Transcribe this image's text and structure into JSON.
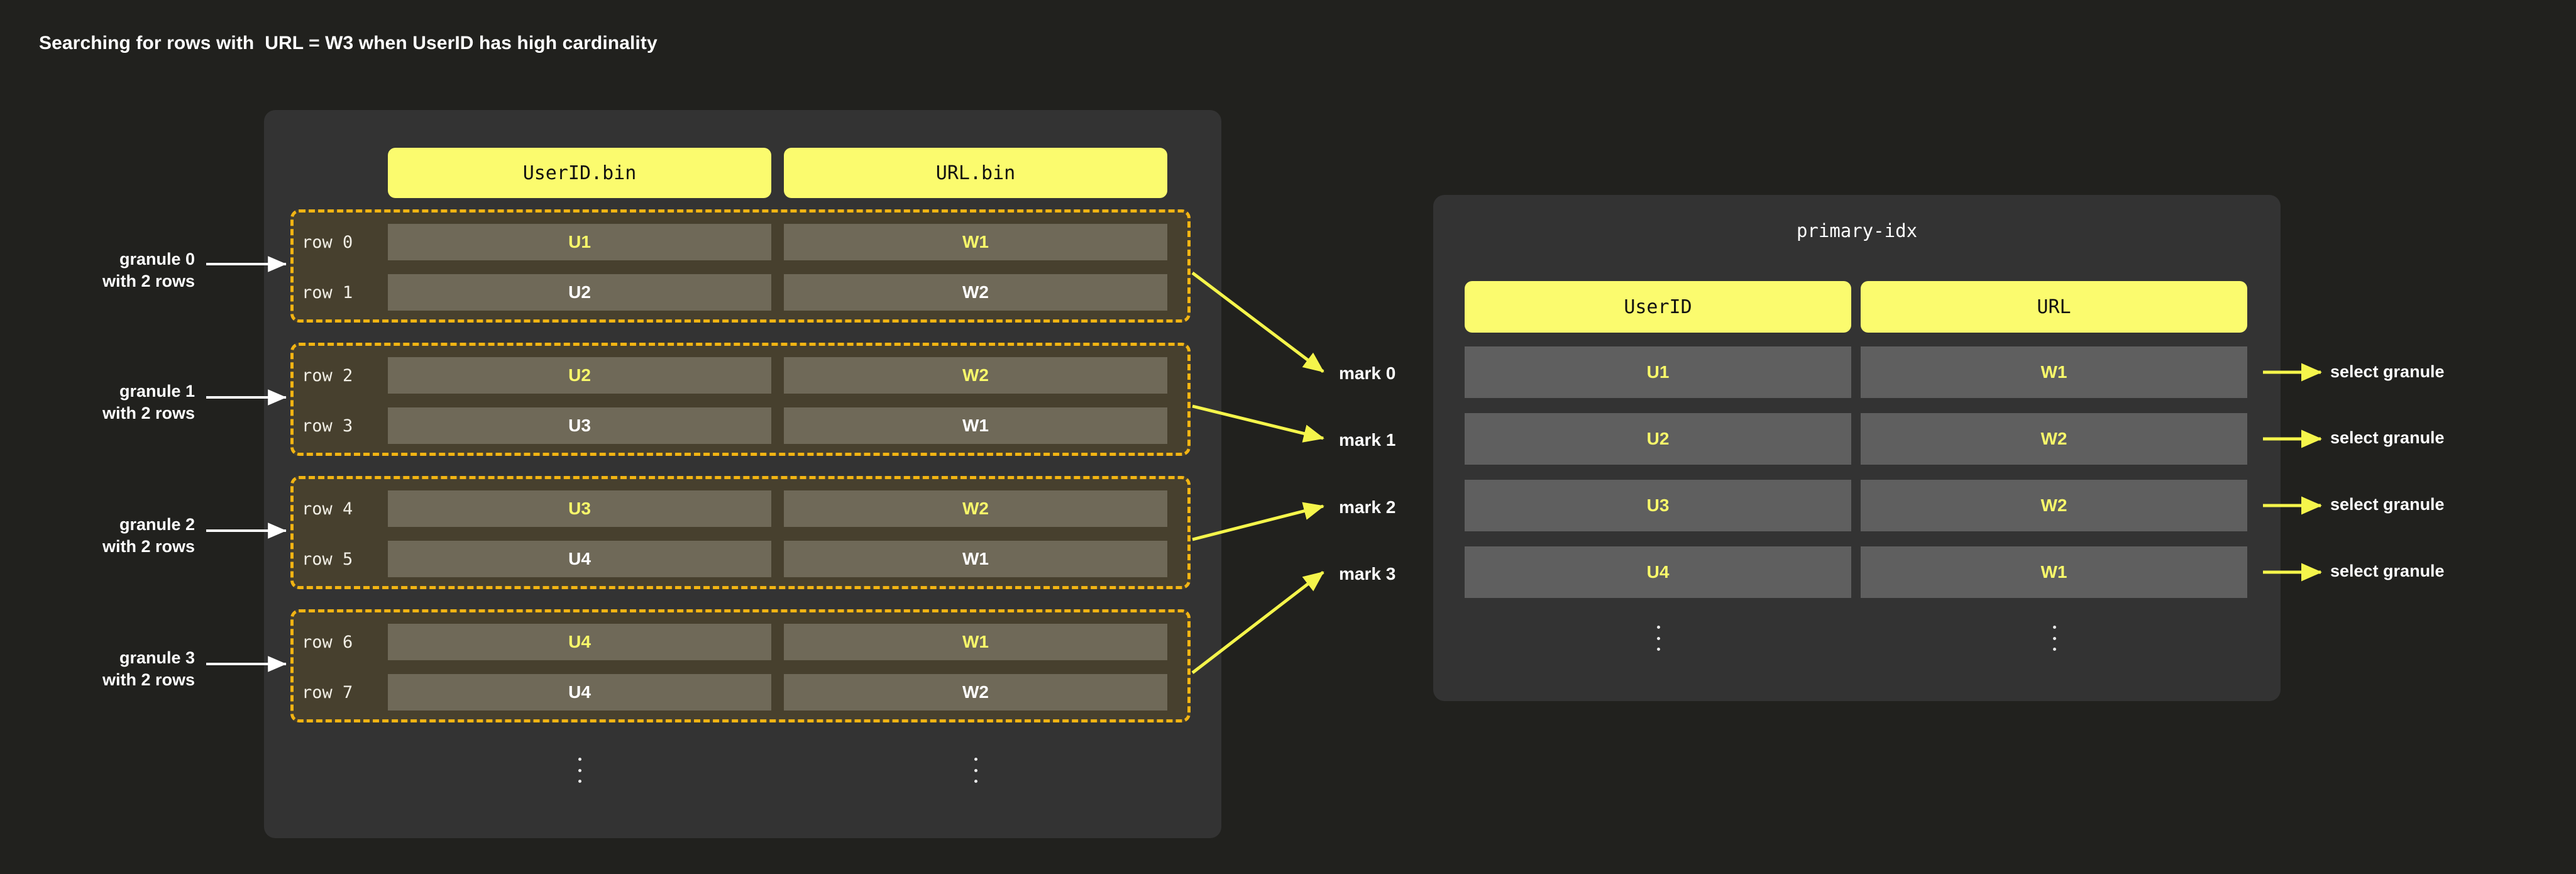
{
  "title": "Searching for rows with  URL = W3 when UserID has high cardinality",
  "colors": {
    "page_bg": "#21211e",
    "panel_bg": "#333333",
    "accent_yellow": "#fbfb6e",
    "granule_border": "#f2b413",
    "granule_bg": "#47402e",
    "cell_bg": "#6f6958",
    "index_cell_bg": "#5f5f5f",
    "highlight_text": "#f8f86a",
    "arrow_yellow": "#f5f54b",
    "arrow_white": "#ffffff"
  },
  "parts_panel": {
    "columns": [
      {
        "label": "UserID.bin"
      },
      {
        "label": "URL.bin"
      }
    ],
    "granules": [
      {
        "caption_line1": "granule 0",
        "caption_line2": "with 2 rows",
        "rows": [
          {
            "row_label": "row 0",
            "userid": "U1",
            "url": "W1",
            "highlight": true
          },
          {
            "row_label": "row 1",
            "userid": "U2",
            "url": "W2",
            "highlight": false
          }
        ]
      },
      {
        "caption_line1": "granule 1",
        "caption_line2": "with 2 rows",
        "rows": [
          {
            "row_label": "row 2",
            "userid": "U2",
            "url": "W2",
            "highlight": true
          },
          {
            "row_label": "row 3",
            "userid": "U3",
            "url": "W1",
            "highlight": false
          }
        ]
      },
      {
        "caption_line1": "granule 2",
        "caption_line2": "with 2 rows",
        "rows": [
          {
            "row_label": "row 4",
            "userid": "U3",
            "url": "W2",
            "highlight": true
          },
          {
            "row_label": "row 5",
            "userid": "U4",
            "url": "W1",
            "highlight": false
          }
        ]
      },
      {
        "caption_line1": "granule 3",
        "caption_line2": "with 2 rows",
        "rows": [
          {
            "row_label": "row 6",
            "userid": "U4",
            "url": "W1",
            "highlight": true
          },
          {
            "row_label": "row 7",
            "userid": "U4",
            "url": "W2",
            "highlight": false
          }
        ]
      }
    ],
    "ellipsis_icon": "vertical-ellipsis"
  },
  "marks": [
    {
      "label": "mark 0"
    },
    {
      "label": "mark 1"
    },
    {
      "label": "mark 2"
    },
    {
      "label": "mark 3"
    }
  ],
  "index_panel": {
    "title": "primary-idx",
    "columns": [
      {
        "label": "UserID"
      },
      {
        "label": "URL"
      }
    ],
    "rows": [
      {
        "userid": "U1",
        "url": "W1"
      },
      {
        "userid": "U2",
        "url": "W2"
      },
      {
        "userid": "U3",
        "url": "W2"
      },
      {
        "userid": "U4",
        "url": "W1"
      }
    ],
    "ellipsis_icon": "vertical-ellipsis"
  },
  "select_granule_labels": [
    {
      "label": "select granule"
    },
    {
      "label": "select granule"
    },
    {
      "label": "select granule"
    },
    {
      "label": "select granule"
    }
  ]
}
